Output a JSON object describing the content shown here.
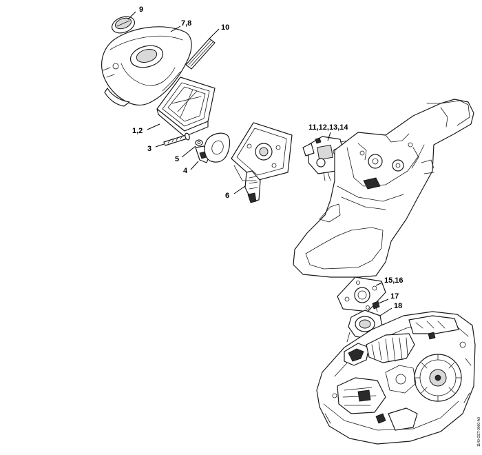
{
  "diagram": {
    "labels": {
      "l9": "9",
      "l78": "7,8",
      "l10": "10",
      "l12": "1,2",
      "l3": "3",
      "l5": "5",
      "l4": "4",
      "l6": "6",
      "l11_14": "11,12,13,14",
      "l1516": "15,16",
      "l17": "17",
      "l18": "18"
    },
    "drawing_code": "1140-GET-0000-A0"
  }
}
